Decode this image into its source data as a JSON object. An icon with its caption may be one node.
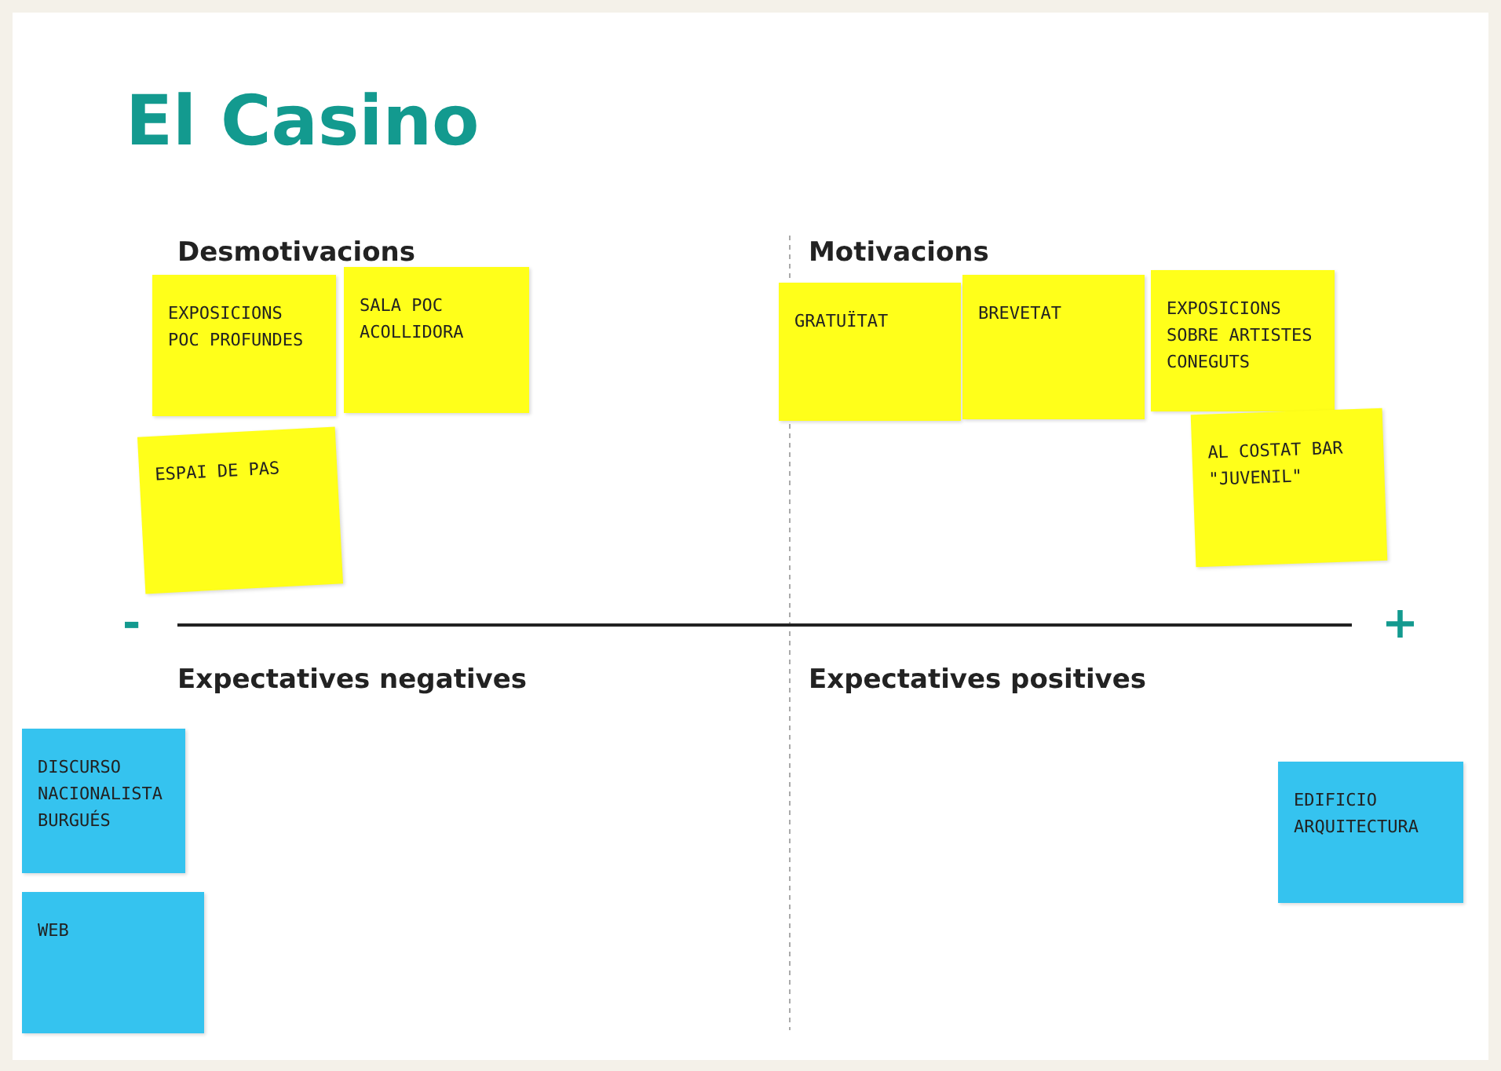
{
  "diagram": {
    "title": "El Casino",
    "nodes": [
      {
        "text": [
          "EXPOSICIONS POC PROFUNDES"
        ]
      },
      {
        "text": [
          "SALA POC ACOLLIDORA"
        ]
      },
      {
        "text": [
          "ESPAI DE PAS"
        ]
      },
      {
        "text": [
          "GRATUÏTAT"
        ]
      },
      {
        "text": [
          "BREVETAT"
        ]
      },
      {
        "text": [
          "EXPOSICIONS SOBRE ARTISTES CONEGUTS"
        ]
      },
      {
        "text": [
          "AL COSTAT BAR \"JUVENIL\""
        ]
      },
      {
        "text": [
          "DISCURSO NACIONALISTA BURGUÉS"
        ]
      },
      {
        "text": [
          "WEB"
        ]
      },
      {
        "text": [
          "EDIFICIO ARQUITECTURA"
        ]
      }
    ],
    "labels": [
      "Desmotivacions",
      "Motivacions",
      "-",
      "+",
      "Expectatives negatives",
      "Expectatives positives"
    ]
  }
}
